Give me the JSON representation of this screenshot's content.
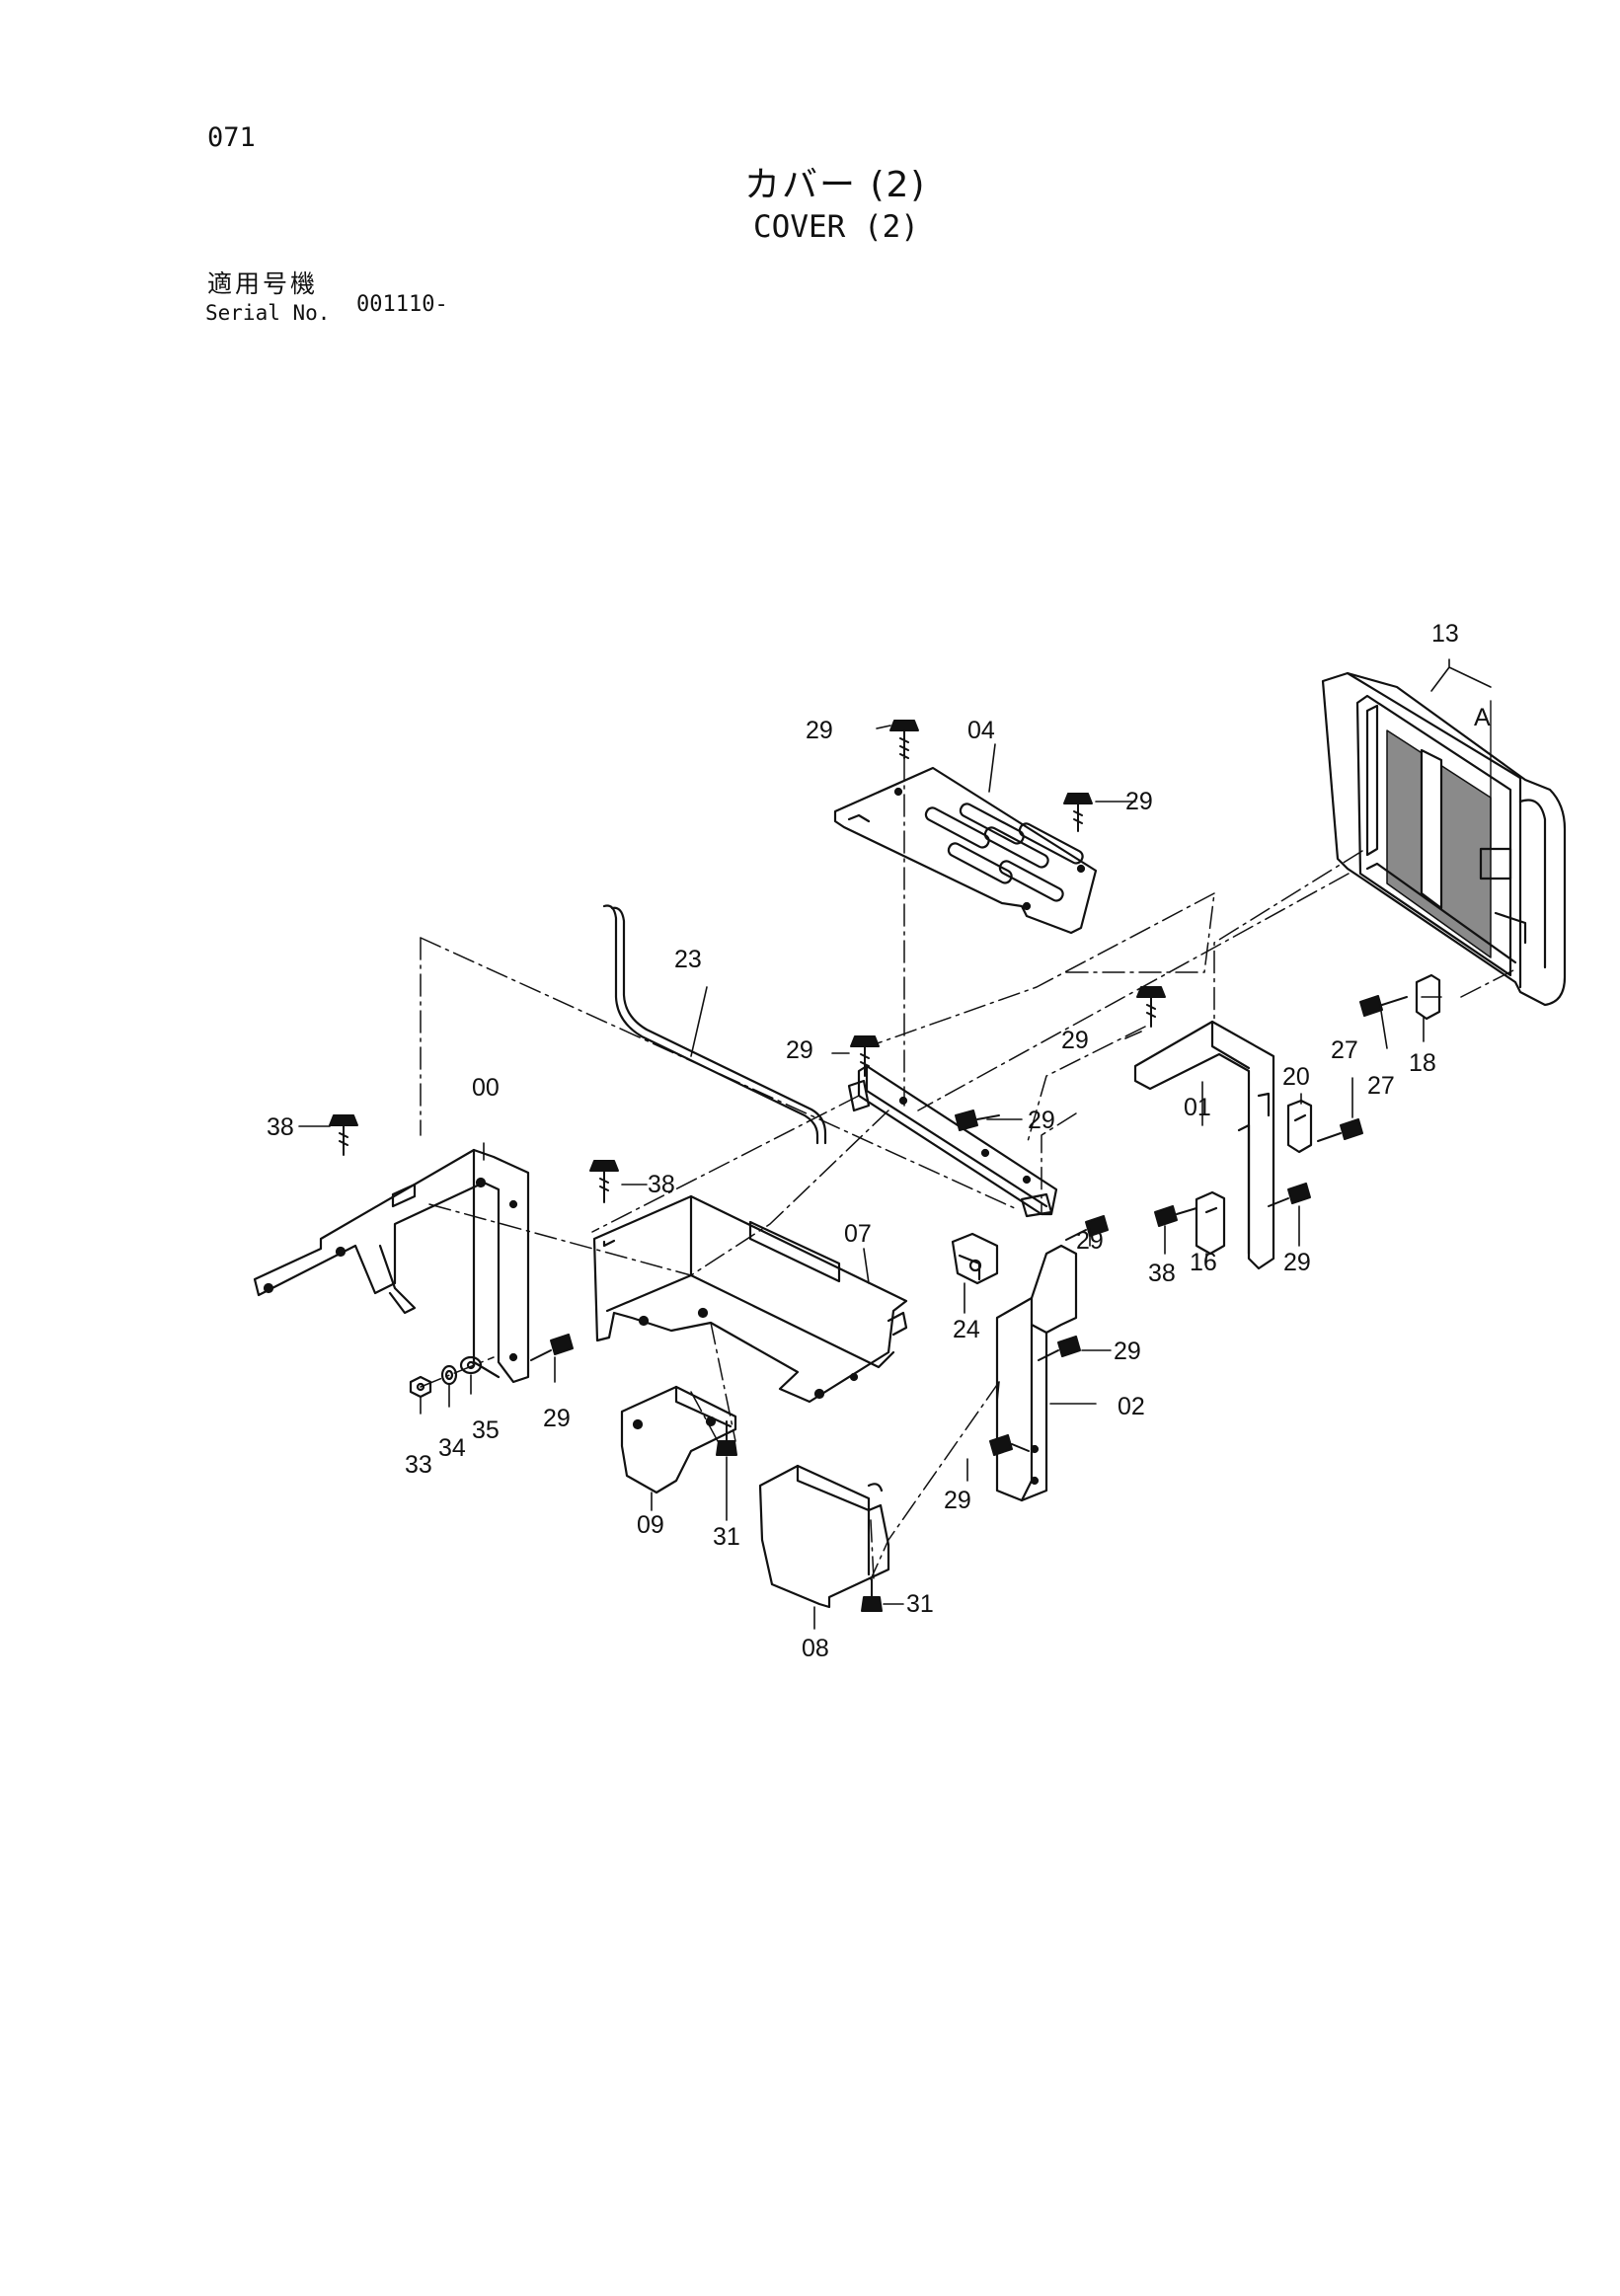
{
  "page_number": "071",
  "title_jp": "カバー (2)",
  "title_en": "COVER (2)",
  "serial": {
    "label_jp": "適用号機",
    "label_en": "Serial No.",
    "value": "001110-"
  },
  "callouts": [
    {
      "id": "c13",
      "text": "13"
    },
    {
      "id": "cA",
      "text": "A"
    },
    {
      "id": "c29a",
      "text": "29"
    },
    {
      "id": "c04",
      "text": "04"
    },
    {
      "id": "c29b",
      "text": "29"
    },
    {
      "id": "c23",
      "text": "23"
    },
    {
      "id": "c29c",
      "text": "29"
    },
    {
      "id": "c29d",
      "text": "29"
    },
    {
      "id": "c01",
      "text": "01"
    },
    {
      "id": "c20",
      "text": "20"
    },
    {
      "id": "c27a",
      "text": "27"
    },
    {
      "id": "c27b",
      "text": "27"
    },
    {
      "id": "c18",
      "text": "18"
    },
    {
      "id": "c38a",
      "text": "38"
    },
    {
      "id": "c00",
      "text": "00"
    },
    {
      "id": "c38b",
      "text": "38"
    },
    {
      "id": "c29e",
      "text": "29"
    },
    {
      "id": "c07",
      "text": "07"
    },
    {
      "id": "c29f",
      "text": "29"
    },
    {
      "id": "c38c",
      "text": "38"
    },
    {
      "id": "c16",
      "text": "16"
    },
    {
      "id": "c29g",
      "text": "29"
    },
    {
      "id": "c24",
      "text": "24"
    },
    {
      "id": "c29h",
      "text": "29"
    },
    {
      "id": "c02",
      "text": "02"
    },
    {
      "id": "c29i",
      "text": "29"
    },
    {
      "id": "c33",
      "text": "33"
    },
    {
      "id": "c34",
      "text": "34"
    },
    {
      "id": "c35",
      "text": "35"
    },
    {
      "id": "c29j",
      "text": "29"
    },
    {
      "id": "c09",
      "text": "09"
    },
    {
      "id": "c31a",
      "text": "31"
    },
    {
      "id": "c31b",
      "text": "31"
    },
    {
      "id": "c08",
      "text": "08"
    }
  ]
}
